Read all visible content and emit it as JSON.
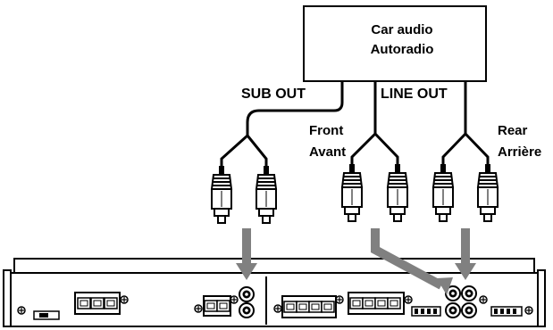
{
  "head_unit": {
    "line1": "Car audio",
    "line2": "Autoradio"
  },
  "labels": {
    "sub_out": "SUB OUT",
    "line_out": "LINE OUT",
    "front_line1": "Front",
    "front_line2": "Avant",
    "rear_line1": "Rear",
    "rear_line2": "Arrière"
  },
  "colors": {
    "arrow": "#808080",
    "line": "#000000",
    "panel": "#ffffff"
  }
}
